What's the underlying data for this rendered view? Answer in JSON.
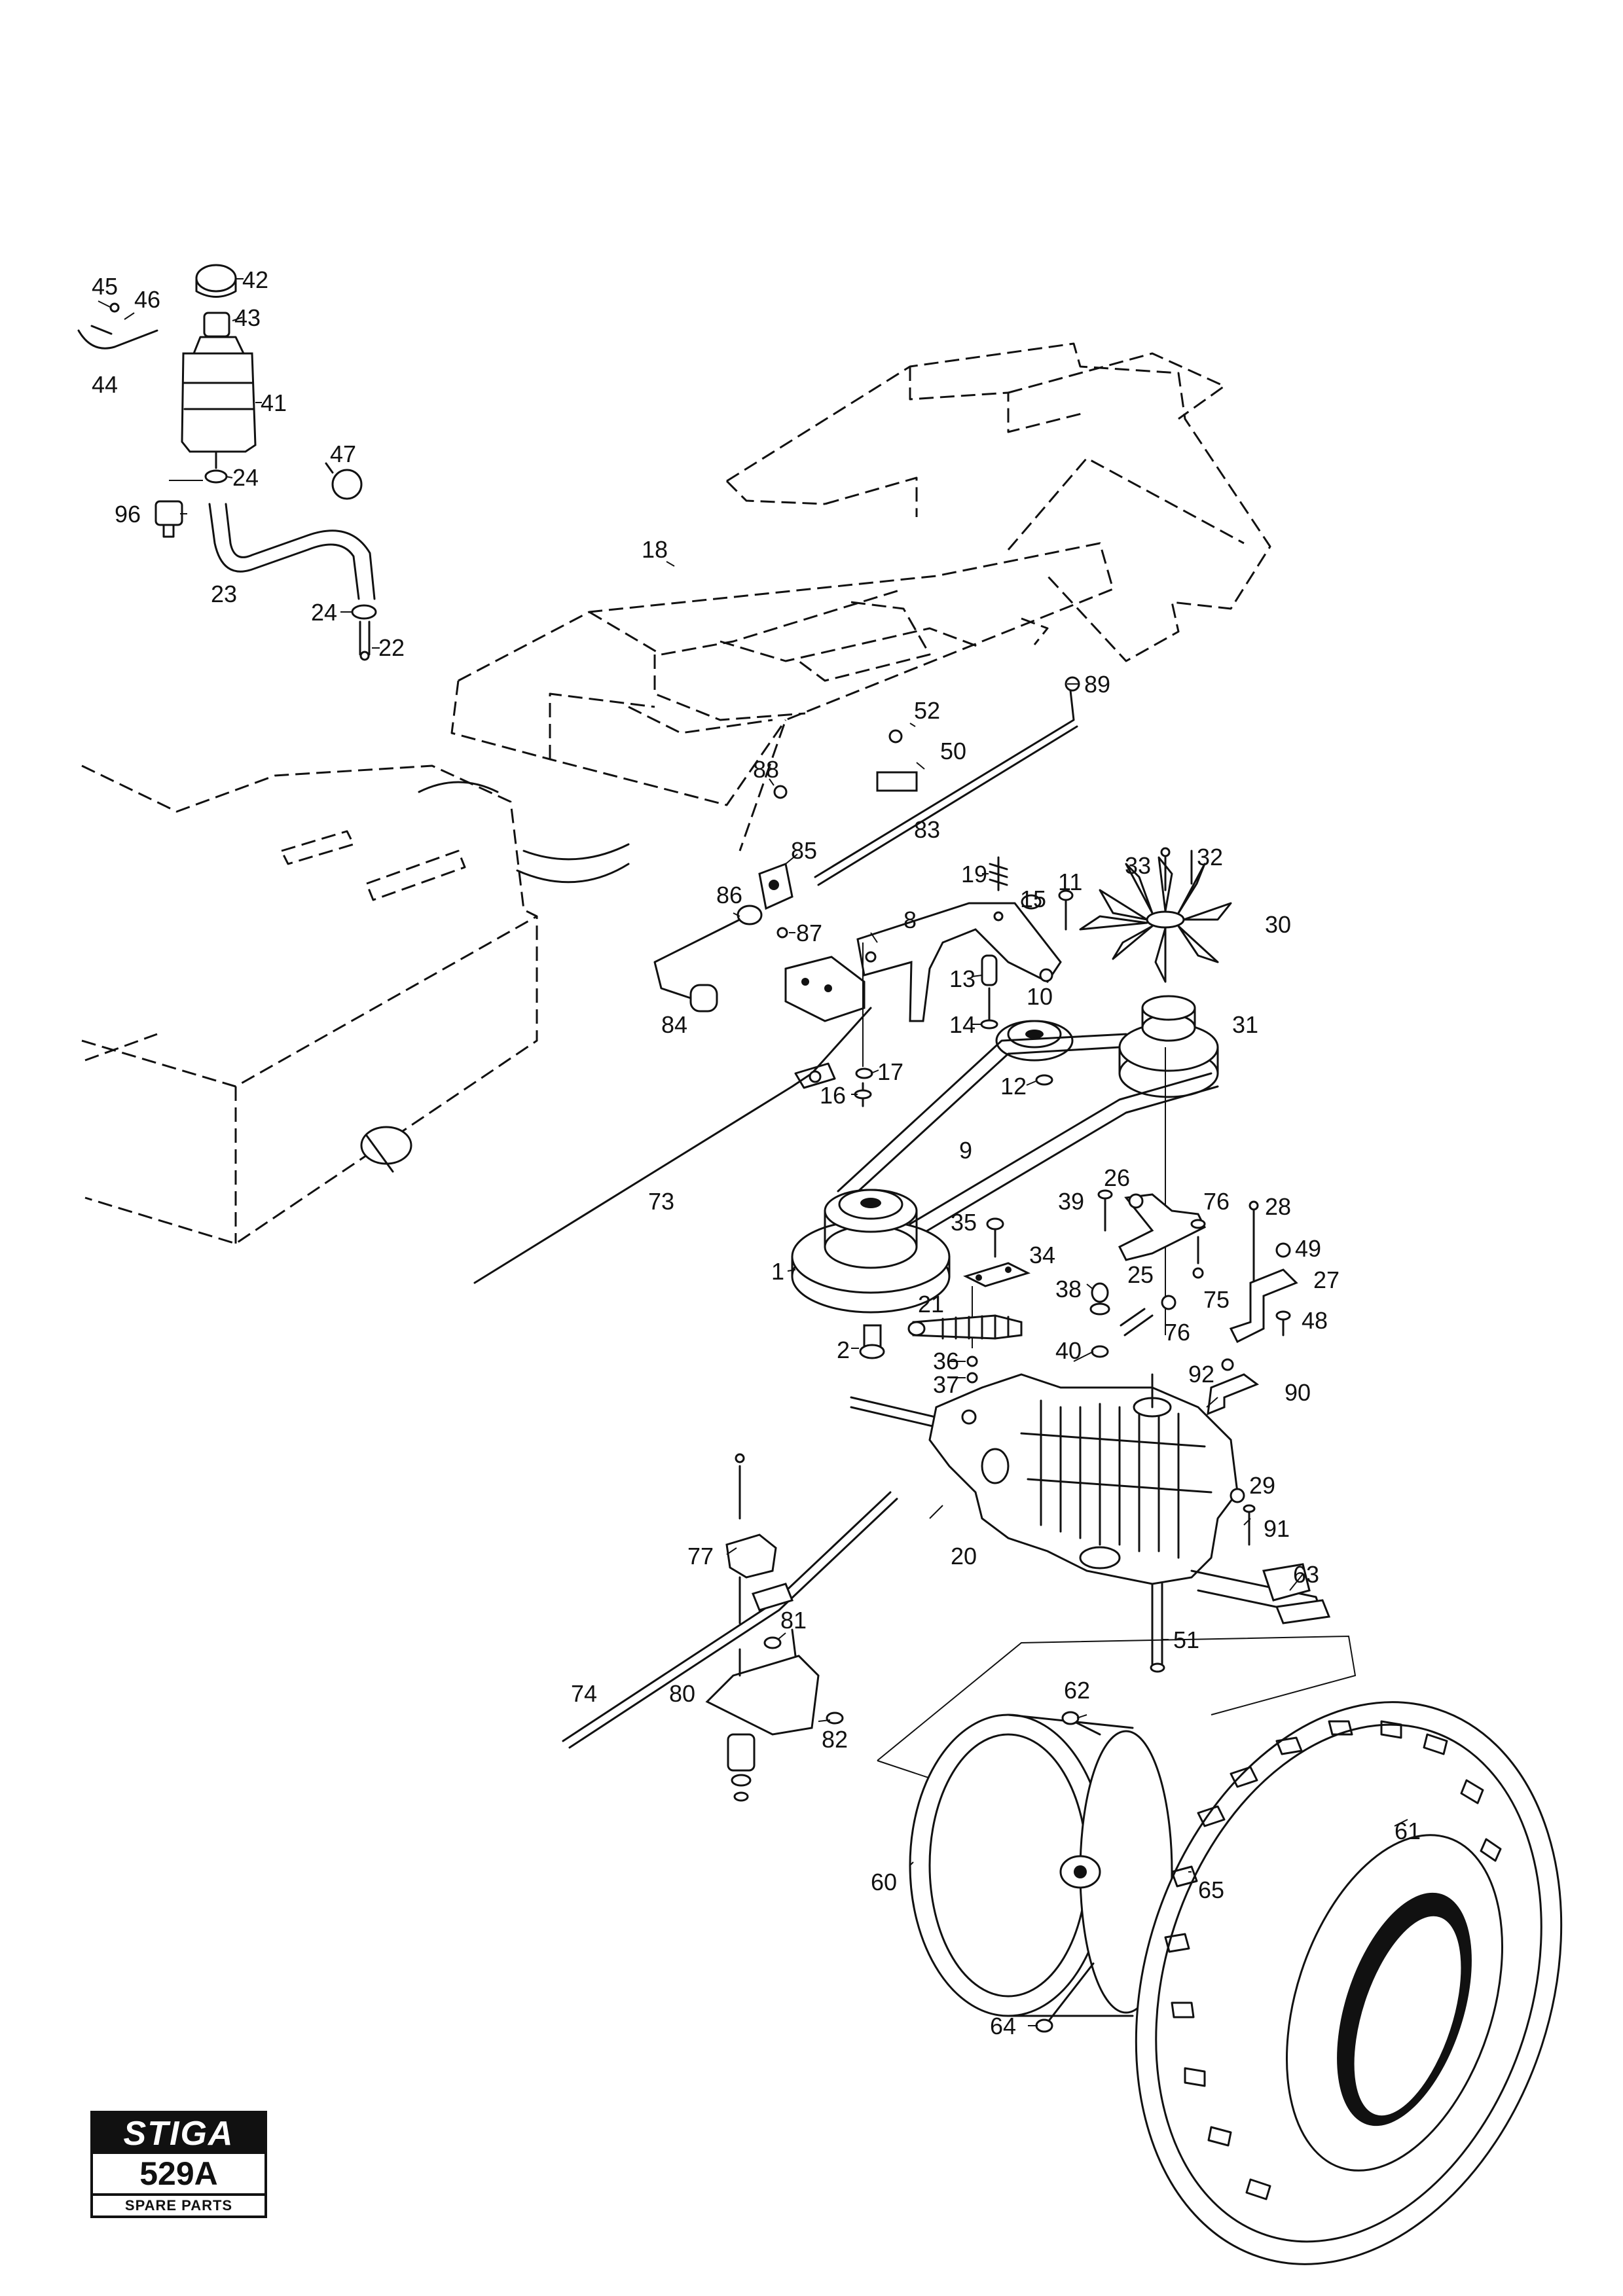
{
  "logo": {
    "brand": "STIGA",
    "page_code": "529A",
    "subtitle": "SPARE PARTS"
  },
  "callouts": [
    {
      "id": "c45",
      "text": "45"
    },
    {
      "id": "c46",
      "text": "46"
    },
    {
      "id": "c42",
      "text": "42"
    },
    {
      "id": "c43",
      "text": "43"
    },
    {
      "id": "c44",
      "text": "44"
    },
    {
      "id": "c41",
      "text": "41"
    },
    {
      "id": "c47",
      "text": "47"
    },
    {
      "id": "c24a",
      "text": "24"
    },
    {
      "id": "c96",
      "text": "96"
    },
    {
      "id": "c23",
      "text": "23"
    },
    {
      "id": "c24b",
      "text": "24"
    },
    {
      "id": "c22",
      "text": "22"
    },
    {
      "id": "c18",
      "text": "18"
    },
    {
      "id": "c89",
      "text": "89"
    },
    {
      "id": "c52",
      "text": "52"
    },
    {
      "id": "c50",
      "text": "50"
    },
    {
      "id": "c88",
      "text": "88"
    },
    {
      "id": "c83",
      "text": "83"
    },
    {
      "id": "c85",
      "text": "85"
    },
    {
      "id": "c86",
      "text": "86"
    },
    {
      "id": "c87",
      "text": "87"
    },
    {
      "id": "c84",
      "text": "84"
    },
    {
      "id": "c19",
      "text": "19"
    },
    {
      "id": "c8",
      "text": "8"
    },
    {
      "id": "c15",
      "text": "15"
    },
    {
      "id": "c11",
      "text": "11"
    },
    {
      "id": "c33",
      "text": "33"
    },
    {
      "id": "c32",
      "text": "32"
    },
    {
      "id": "c30",
      "text": "30"
    },
    {
      "id": "c13",
      "text": "13"
    },
    {
      "id": "c10",
      "text": "10"
    },
    {
      "id": "c14",
      "text": "14"
    },
    {
      "id": "c31",
      "text": "31"
    },
    {
      "id": "c17",
      "text": "17"
    },
    {
      "id": "c16",
      "text": "16"
    },
    {
      "id": "c12",
      "text": "12"
    },
    {
      "id": "c9",
      "text": "9"
    },
    {
      "id": "c73",
      "text": "73"
    },
    {
      "id": "c26",
      "text": "26"
    },
    {
      "id": "c39",
      "text": "39"
    },
    {
      "id": "c76a",
      "text": "76"
    },
    {
      "id": "c28",
      "text": "28"
    },
    {
      "id": "c35",
      "text": "35"
    },
    {
      "id": "c49",
      "text": "49"
    },
    {
      "id": "c34",
      "text": "34"
    },
    {
      "id": "c25",
      "text": "25"
    },
    {
      "id": "c27",
      "text": "27"
    },
    {
      "id": "c1",
      "text": "1"
    },
    {
      "id": "c38",
      "text": "38"
    },
    {
      "id": "c75",
      "text": "75"
    },
    {
      "id": "c21",
      "text": "21"
    },
    {
      "id": "c48",
      "text": "48"
    },
    {
      "id": "c76b",
      "text": "76"
    },
    {
      "id": "c2",
      "text": "2"
    },
    {
      "id": "c36",
      "text": "36"
    },
    {
      "id": "c40",
      "text": "40"
    },
    {
      "id": "c37",
      "text": "37"
    },
    {
      "id": "c92",
      "text": "92"
    },
    {
      "id": "c90",
      "text": "90"
    },
    {
      "id": "c29",
      "text": "29"
    },
    {
      "id": "c91",
      "text": "91"
    },
    {
      "id": "c77",
      "text": "77"
    },
    {
      "id": "c20",
      "text": "20"
    },
    {
      "id": "c63",
      "text": "63"
    },
    {
      "id": "c81",
      "text": "81"
    },
    {
      "id": "c51",
      "text": "51"
    },
    {
      "id": "c62",
      "text": "62"
    },
    {
      "id": "c74",
      "text": "74"
    },
    {
      "id": "c80",
      "text": "80"
    },
    {
      "id": "c82",
      "text": "82"
    },
    {
      "id": "c61",
      "text": "61"
    },
    {
      "id": "c60",
      "text": "60"
    },
    {
      "id": "c65",
      "text": "65"
    },
    {
      "id": "c64",
      "text": "64"
    }
  ]
}
